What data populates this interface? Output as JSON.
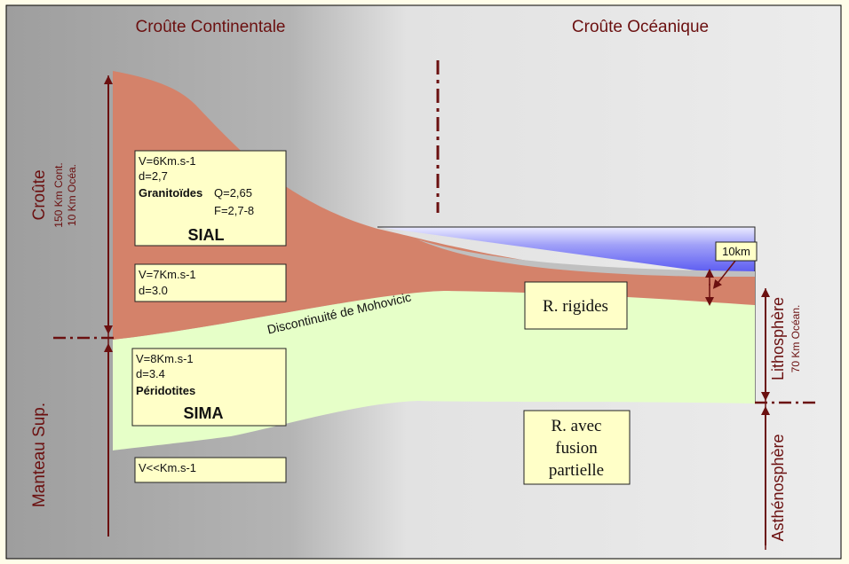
{
  "headers": {
    "continental": "Croûte Continentale",
    "oceanic": "Croûte Océanique"
  },
  "left_axis": {
    "crust_label": "Croûte",
    "crust_thickness_cont": "150 Km Cont.",
    "crust_thickness_ocean": "10 Km Océa.",
    "mantle_label": "Manteau Sup."
  },
  "right_axis": {
    "lithosphere_label": "Lithosphère",
    "lithosphere_thickness": "70 Km Océan.",
    "asthenosphere_label": "Asthénosphère"
  },
  "boxes": {
    "sial": {
      "v": "V=6Km.s-1",
      "d": "d=2,7",
      "rock": "Granitoïdes",
      "q": "Q=2,65",
      "f": "F=2,7-8",
      "name": "SIAL"
    },
    "lower_crust": {
      "v": "V=7Km.s-1",
      "d": "d=3.0"
    },
    "sima": {
      "v": "V=8Km.s-1",
      "d": "d=3.4",
      "rock": "Péridotites",
      "name": "SIMA"
    },
    "asthenosphere": {
      "v": "V<<Km.s-1"
    },
    "rigid": {
      "label": "R. rigides"
    },
    "partial_melt": {
      "line1": "R. avec",
      "line2": "fusion",
      "line3": "partielle"
    },
    "ocean_km": {
      "label": "10km"
    }
  },
  "moho_label": "Discontinuité de Mohovicic",
  "colors": {
    "crust": "#d4826a",
    "mantle": "#e6ffc8",
    "ocean": "#5a5af0",
    "label_box": "#ffffc8",
    "axis": "#6b1010",
    "bg_continental": "#a8a8a8",
    "bg_oceanic": "#ececec"
  }
}
